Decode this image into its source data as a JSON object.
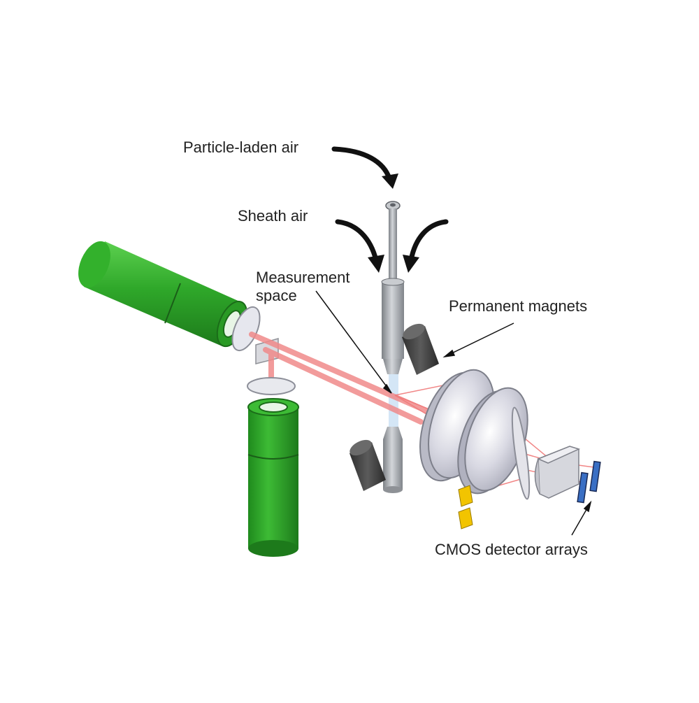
{
  "labels": {
    "particle_laden_air": "Particle-laden air",
    "sheath_air": "Sheath air",
    "measurement_space_line1": "Measurement",
    "measurement_space_line2": "space",
    "permanent_magnets": "Permanent magnets",
    "cmos_detector_arrays": "CMOS detector arrays"
  },
  "colors": {
    "laser_housing": "#2fa82a",
    "laser_beam": "#f08a8a",
    "magnet": "#4a4a4a",
    "nozzle": "#a9adb2",
    "lens": "#d7d8e0",
    "detector_yellow": "#f2c400",
    "detector_blue": "#3a6fc4",
    "arrow": "#111111"
  }
}
